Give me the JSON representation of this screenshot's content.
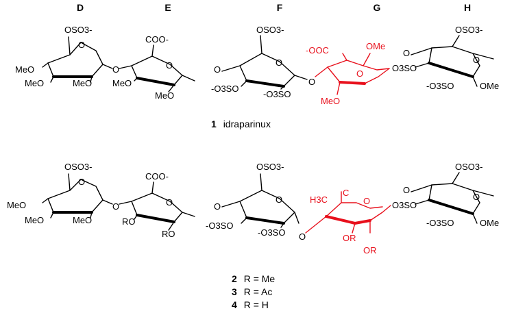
{
  "ring_headers": [
    "D",
    "E",
    "F",
    "G",
    "H"
  ],
  "compound1": {
    "number": "1",
    "name": "idraparinux",
    "labels": {
      "d_oso3": "OSO3-",
      "d_meo1": "MeO",
      "d_meo2": "MeO",
      "d_meo3": "MeO",
      "e_coo": "COO-",
      "e_meo1": "MeO",
      "e_meo2": "MeO",
      "f_oso3": "OSO3-",
      "f_o3so1": "-O3SO",
      "f_o3so2": "-O3SO",
      "g_ooc": "-OOC",
      "g_ome": "OMe",
      "g_meo": "MeO",
      "h_oso3": "OSO3-",
      "h_o3so1": "O3SO",
      "h_o3so2": "-O3SO",
      "h_ome": "OMe"
    }
  },
  "compound_series": {
    "labels": {
      "d_oso3": "OSO3-",
      "d_meo1": "MeO",
      "d_meo2": "MeO",
      "d_meo3": "MeO",
      "e_coo": "COO-",
      "e_ro1": "RO",
      "e_ro2": "RO",
      "f_oso3": "OSO3-",
      "f_o3so1": "-O3SO",
      "f_o3so2": "-O3SO",
      "g_h3c": "H3C",
      "g_or1": "OR",
      "g_or2": "OR",
      "h_oso3": "OSO3-",
      "h_o3so1": "O3SO",
      "h_o3so2": "-O3SO",
      "h_ome": "OMe"
    },
    "variants": [
      {
        "number": "2",
        "text": "R = Me"
      },
      {
        "number": "3",
        "text": "R = Ac"
      },
      {
        "number": "4",
        "text": "R = H"
      }
    ]
  },
  "colors": {
    "highlight": "#e8101c",
    "ink": "#000000"
  }
}
